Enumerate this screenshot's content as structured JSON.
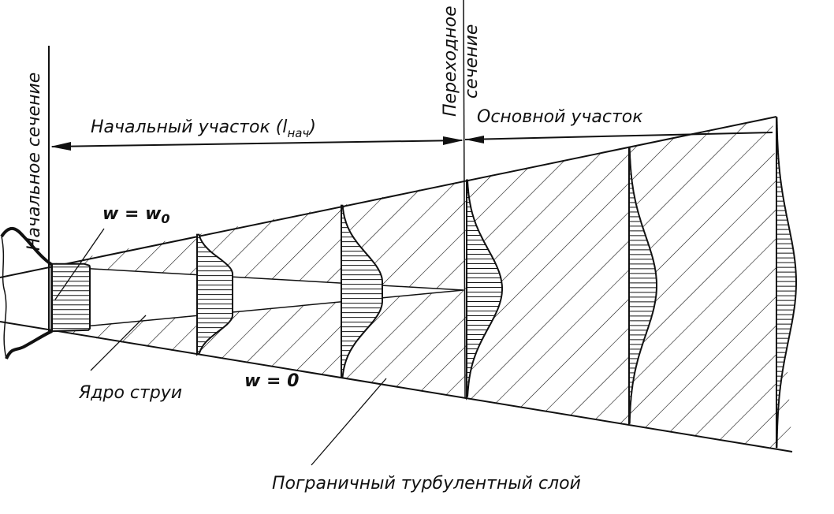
{
  "labels": {
    "initial_section": "Начальное сечение",
    "transition_section_1": "Переходное",
    "transition_section_2": "сечение",
    "initial_region": "Начальный участок (l",
    "initial_region_sub": "нач",
    "initial_region_close": ")",
    "main_region": "Основной участок",
    "w_eq_w0": "w = w",
    "w0_sub": "0",
    "w_eq_0": "w = 0",
    "jet_core": "Ядро струи",
    "boundary_layer": "Пограничный турбулентный слой"
  },
  "colors": {
    "ink": "#111111",
    "paper": "#ffffff"
  }
}
